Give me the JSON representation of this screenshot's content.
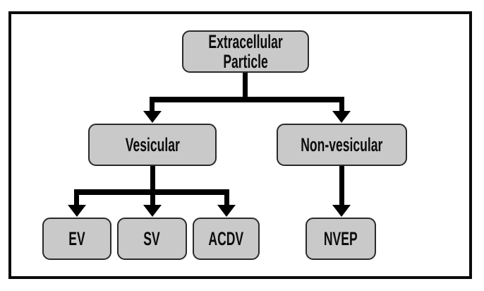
{
  "diagram": {
    "type": "flowchart",
    "nodes": {
      "root": {
        "label": "Extracellular Particle",
        "lines": [
          "Extracellular",
          "Particle"
        ]
      },
      "vesicular": {
        "label": "Vesicular"
      },
      "non_vesicular": {
        "label": "Non-vesicular"
      },
      "ev": {
        "label": "EV"
      },
      "sv": {
        "label": "SV"
      },
      "acdv": {
        "label": "ACDV"
      },
      "nvep": {
        "label": "NVEP"
      }
    },
    "edges": [
      {
        "from": "Extracellular Particle",
        "to": "Vesicular"
      },
      {
        "from": "Extracellular Particle",
        "to": "Non-vesicular"
      },
      {
        "from": "Vesicular",
        "to": "EV"
      },
      {
        "from": "Vesicular",
        "to": "SV"
      },
      {
        "from": "Vesicular",
        "to": "ACDV"
      },
      {
        "from": "Non-vesicular",
        "to": "NVEP"
      }
    ],
    "colors": {
      "background": "#ffffff",
      "frame_border": "#0b0b0b",
      "box_fill": "#c9c9c9",
      "box_border": "#2a2a2a",
      "text": "#0c0c0c",
      "connector": "#000000"
    }
  }
}
